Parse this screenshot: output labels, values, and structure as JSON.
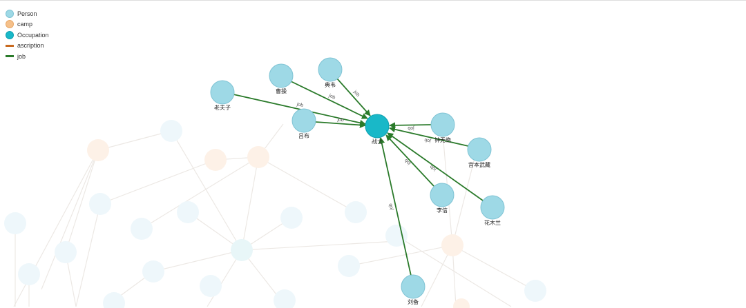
{
  "legend": {
    "items": [
      {
        "label": "Person",
        "kind": "node",
        "color": "#9ed9e6"
      },
      {
        "label": "camp",
        "kind": "node",
        "color": "#f5c08a"
      },
      {
        "label": "Occupation",
        "kind": "node",
        "color": "#19b8c8"
      },
      {
        "label": "ascription",
        "kind": "edge",
        "color": "#c8691f"
      },
      {
        "label": "job",
        "kind": "edge",
        "color": "#2a7a2a"
      }
    ]
  },
  "colors": {
    "person": "#9ed9e6",
    "person_stroke": "#7fc3d4",
    "occupation": "#19b8c8",
    "occupation_stroke": "#0ea0b0",
    "job_edge": "#2a7a2a",
    "faded_node": "#eef7fb",
    "faded_camp": "#fdf1e7",
    "faded_edge": "#ece8e4"
  },
  "graph": {
    "center": {
      "label": "战士"
    },
    "persons": [
      {
        "label": "老夫子"
      },
      {
        "label": "曹操"
      },
      {
        "label": "典韦"
      },
      {
        "label": "吕布"
      },
      {
        "label": "钟无艳"
      },
      {
        "label": "宫本武藏"
      },
      {
        "label": "李信"
      },
      {
        "label": "花木兰"
      },
      {
        "label": "刘备"
      }
    ],
    "edge_label": "job"
  }
}
